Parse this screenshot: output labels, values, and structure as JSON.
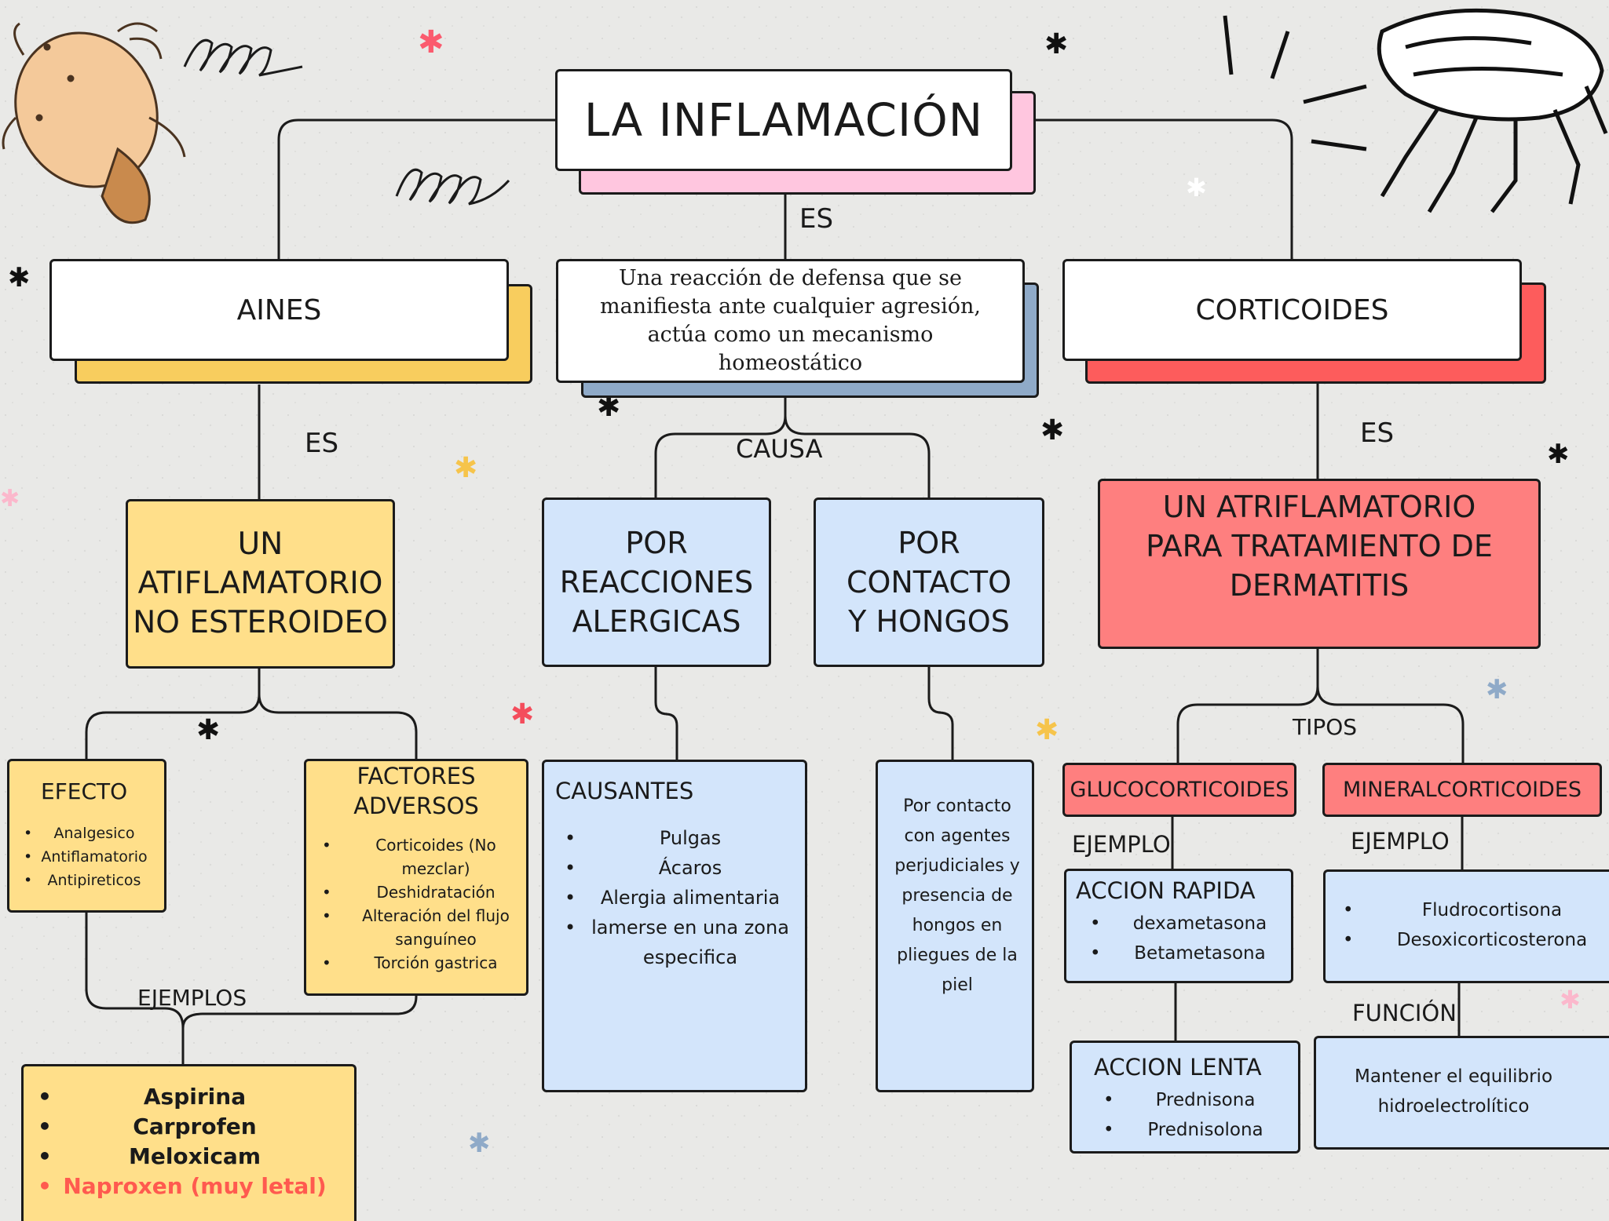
{
  "title": "LA INFLAMACIÓN",
  "connectors": {
    "es_center": "ES",
    "es_left": "ES",
    "es_right": "ES",
    "causa": "CAUSA",
    "ejemplos": "EJEMPLOS",
    "tipos": "TIPOS",
    "ejemplo_gluco": "EJEMPLO",
    "ejemplo_mineral": "EJEMPLO",
    "funcion": "FUNCIÓN"
  },
  "definition": "Una reacción de defensa que se manifiesta ante cualquier agresión, actúa como un mecanismo homeostático",
  "aines": {
    "title": "AINES",
    "description": "UN ATIFLAMATORIO NO ESTEROIDEO",
    "efecto": {
      "title": "EFECTO",
      "items": [
        "Analgesico",
        "Antiflamatorio",
        "Antipireticos"
      ]
    },
    "factores": {
      "title": "FACTORES ADVERSOS",
      "items": [
        "Corticoides (No mezclar)",
        "Deshidratación",
        "Alteración del flujo sanguíneo",
        "Torción gastrica"
      ]
    },
    "ejemplos": {
      "items": [
        "Aspirina",
        "Carprofen",
        "Meloxicam"
      ],
      "warning": "Naproxen (muy letal)"
    }
  },
  "causas": {
    "alergicas": {
      "title": "POR REACCIONES ALERGICAS",
      "causantes_title": "CAUSANTES",
      "items": [
        "Pulgas",
        "Ácaros",
        "Alergia alimentaria",
        "lamerse en una zona especifica"
      ]
    },
    "contacto": {
      "title": "POR CONTACTO Y HONGOS",
      "text": "Por contacto con agentes perjudiciales y presencia de hongos en pliegues de la piel"
    }
  },
  "corticoides": {
    "title": "CORTICOIDES",
    "description": "UN ATRIFLAMATORIO PARA TRATAMIENTO DE DERMATITIS",
    "glucocorticoides": {
      "title": "GLUCOCORTICOIDES",
      "rapida": {
        "title": "ACCION RAPIDA",
        "items": [
          "dexametasona",
          "Betametasona"
        ]
      },
      "lenta": {
        "title": "ACCION LENTA",
        "items": [
          "Prednisona",
          "Prednisolona"
        ]
      }
    },
    "mineralcorticoides": {
      "title": "MINERALCORTICOIDES",
      "items": [
        "Fludrocortisona",
        "Desoxicorticosterona"
      ],
      "funcion_text": "Mantener el equilibrio hidroelectrolítico"
    }
  },
  "colors": {
    "background": "#e9e9e7",
    "yellow": "#ffdf8a",
    "yellow_dark": "#f8cd5e",
    "blue": "#d3e5fb",
    "steel_blue": "#8faac8",
    "pink": "#ffc6df",
    "red": "#fd5c5c",
    "salmon": "#fe7f7f",
    "warning_red": "#ff5a4f"
  },
  "decorations": [
    "mite-illustration",
    "flea-illustration",
    "scribble-loops",
    "star-icons"
  ]
}
